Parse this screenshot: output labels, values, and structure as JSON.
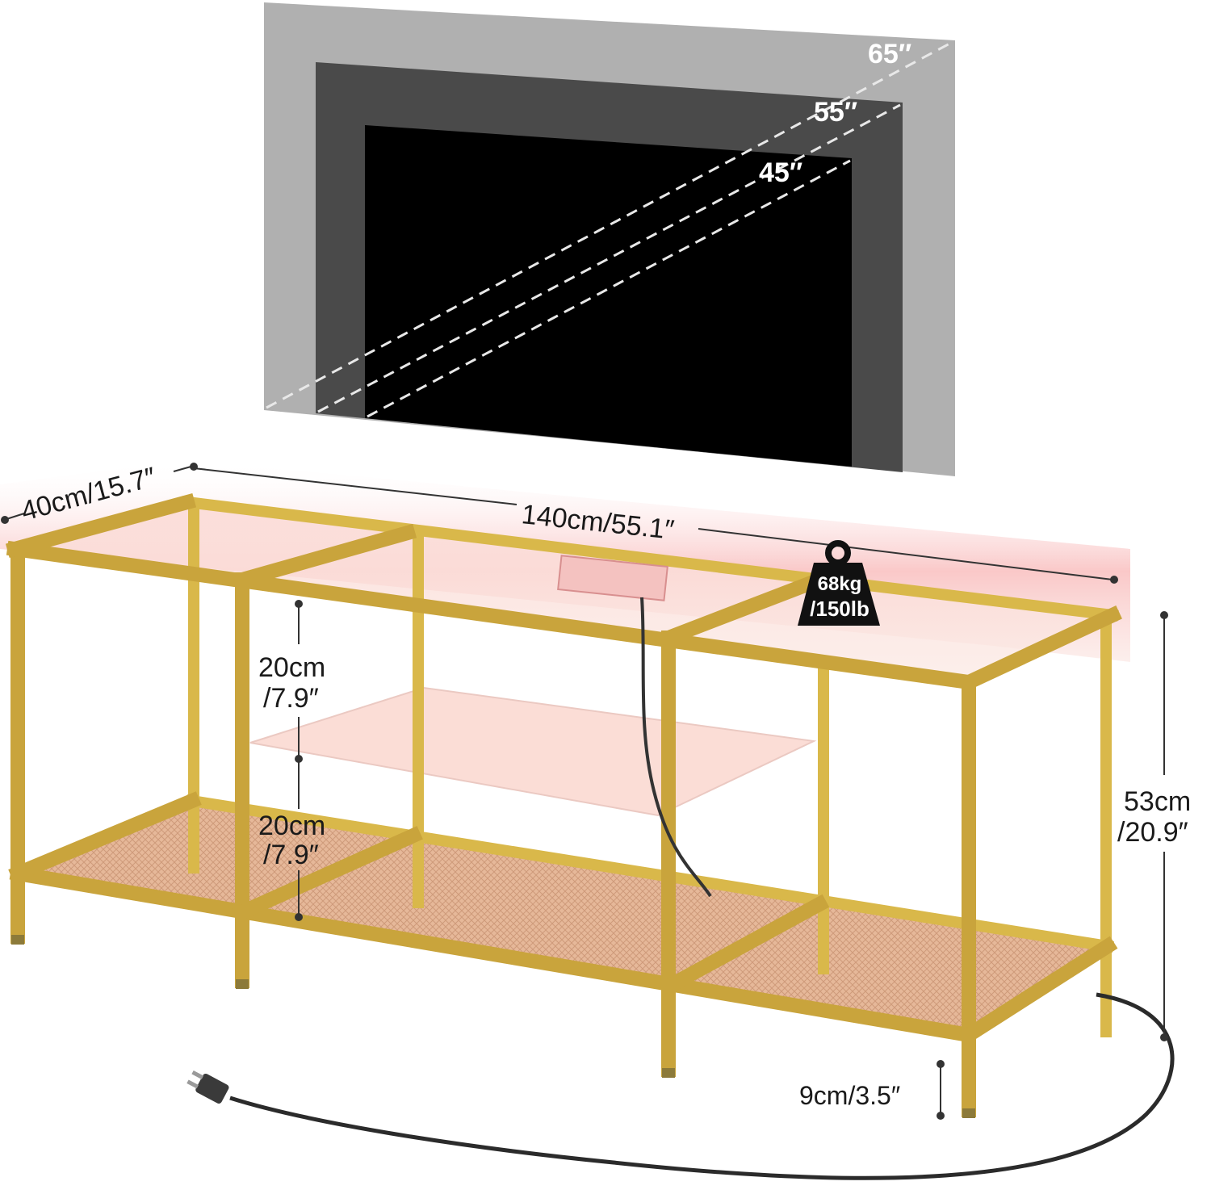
{
  "tv_sizes": {
    "large": "65″",
    "medium": "55″",
    "small": "45″"
  },
  "dimensions": {
    "depth": "40cm/15.7″",
    "width": "140cm/55.1″",
    "shelf_gap_upper_cm": "20cm",
    "shelf_gap_upper_in": "/7.9″",
    "shelf_gap_lower_cm": "20cm",
    "shelf_gap_lower_in": "/7.9″",
    "height_cm": "53cm",
    "height_in": "/20.9″",
    "clearance": "9cm/3.5″"
  },
  "weight_capacity": {
    "kg": "68kg",
    "lb": "/150lb"
  },
  "colors": {
    "frame_gold": "#d9b84a",
    "frame_gold_dark": "#b8952e",
    "glow_pink": "#f7a3a3",
    "tv_65": "#b0b0b0",
    "tv_55": "#4a4a4a",
    "tv_45": "#000000",
    "mesh": "#d9a47c"
  }
}
